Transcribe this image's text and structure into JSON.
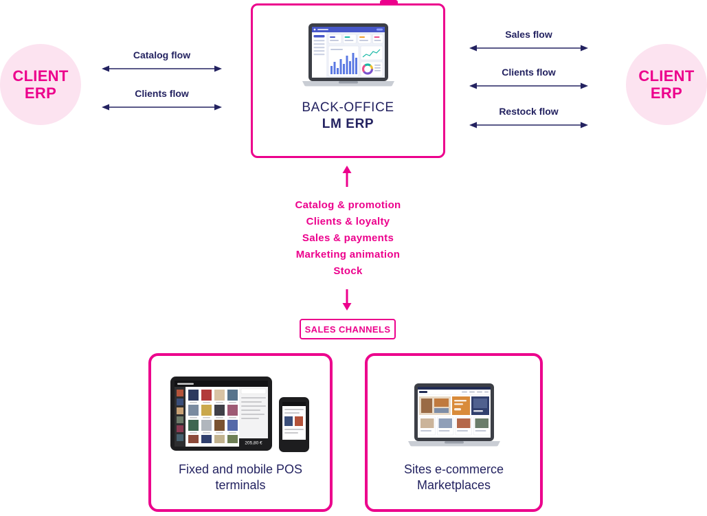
{
  "colors": {
    "pink": "#ec008c",
    "light_pink": "#fce3f0",
    "navy": "#232260"
  },
  "clients": {
    "left": {
      "line1": "CLIENT",
      "line2": "ERP"
    },
    "right": {
      "line1": "CLIENT",
      "line2": "ERP"
    }
  },
  "left_flows": [
    {
      "label": "Catalog flow"
    },
    {
      "label": "Clients flow"
    }
  ],
  "right_flows": [
    {
      "label": "Sales flow"
    },
    {
      "label": "Clients flow"
    },
    {
      "label": "Restock flow"
    }
  ],
  "back_office": {
    "title": "BACK-OFFICE",
    "subtitle": "LM ERP"
  },
  "center_flow_items": [
    "Catalog & promotion",
    "Clients & loyalty",
    "Sales & payments",
    "Marketing animation",
    "Stock"
  ],
  "sales_channels_label": "SALES CHANNELS",
  "pos_box": {
    "line1": "Fixed and mobile POS",
    "line2": "terminals",
    "receipt_total": "205,80 €"
  },
  "ecommerce_box": {
    "line1": "Sites e-commerce",
    "line2": "Marketplaces"
  }
}
